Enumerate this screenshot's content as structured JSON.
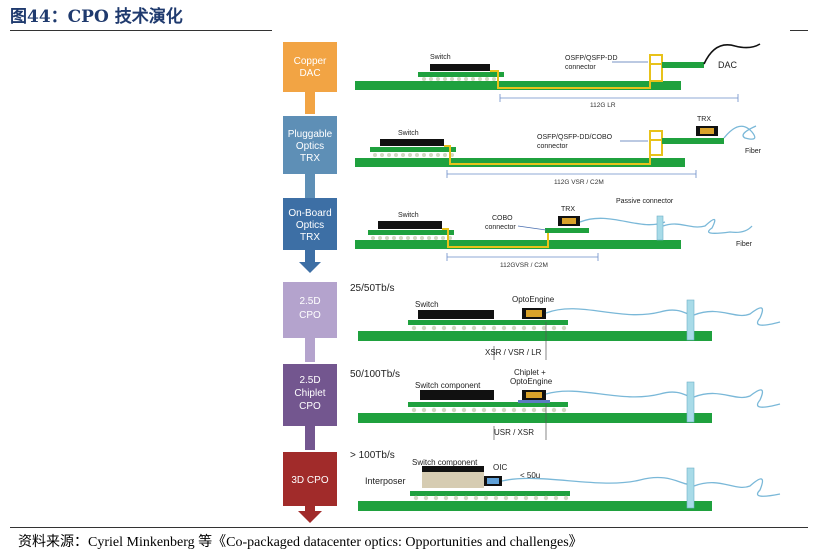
{
  "header": {
    "title": "图44：CPO 技术演化"
  },
  "source": "资料来源：Cyriel Minkenberg 等《Co-packaged datacenter optics: Opportunities and challenges》",
  "stages": [
    {
      "line1": "Copper",
      "line2": "DAC",
      "line3": "",
      "color": "#f2a444"
    },
    {
      "line1": "Pluggable",
      "line2": "Optics",
      "line3": "TRX",
      "color": "#5e8fb6"
    },
    {
      "line1": "On-Board",
      "line2": "Optics",
      "line3": "TRX",
      "color": "#3d6fa5"
    },
    {
      "line1": "2.5D",
      "line2": "CPO",
      "line3": "",
      "color": "#b4a3cd"
    },
    {
      "line1": "2.5D",
      "line2": "Chiplet",
      "line3": "CPO",
      "color": "#73568f"
    },
    {
      "line1": "3D CPO",
      "line2": "",
      "line3": "",
      "color": "#a12b2a"
    }
  ],
  "panel1": {
    "switch": "Switch",
    "connector1": "OSFP/QSFP-DD",
    "connector2": "connector",
    "cable": "DAC",
    "reach": "112G LR"
  },
  "panel2": {
    "switch": "Switch",
    "connector1": "OSFP/QSFP-DD/COBO",
    "connector2": "connector",
    "trx": "TRX",
    "fiber": "Fiber",
    "reach": "112G VSR / C2M"
  },
  "panel3": {
    "switch": "Switch",
    "cobo1": "COBO",
    "cobo2": "connector",
    "trx": "TRX",
    "passive": "Passive connector",
    "fiber": "Fiber",
    "reach": "112GVSR / C2M"
  },
  "panel4": {
    "bandwidth": "25/50Tb/s",
    "switch": "Switch",
    "engine": "OptoEngine",
    "reach": "XSR / VSR / LR"
  },
  "panel5": {
    "bandwidth": "50/100Tb/s",
    "switch": "Switch component",
    "engine1": "Chiplet +",
    "engine2": "OptoEngine",
    "reach": "USR / XSR"
  },
  "panel6": {
    "bandwidth": "> 100Tb/s",
    "switch": "Switch component",
    "interposer": "Interposer",
    "oic": "OIC",
    "gap": "< 50u"
  }
}
